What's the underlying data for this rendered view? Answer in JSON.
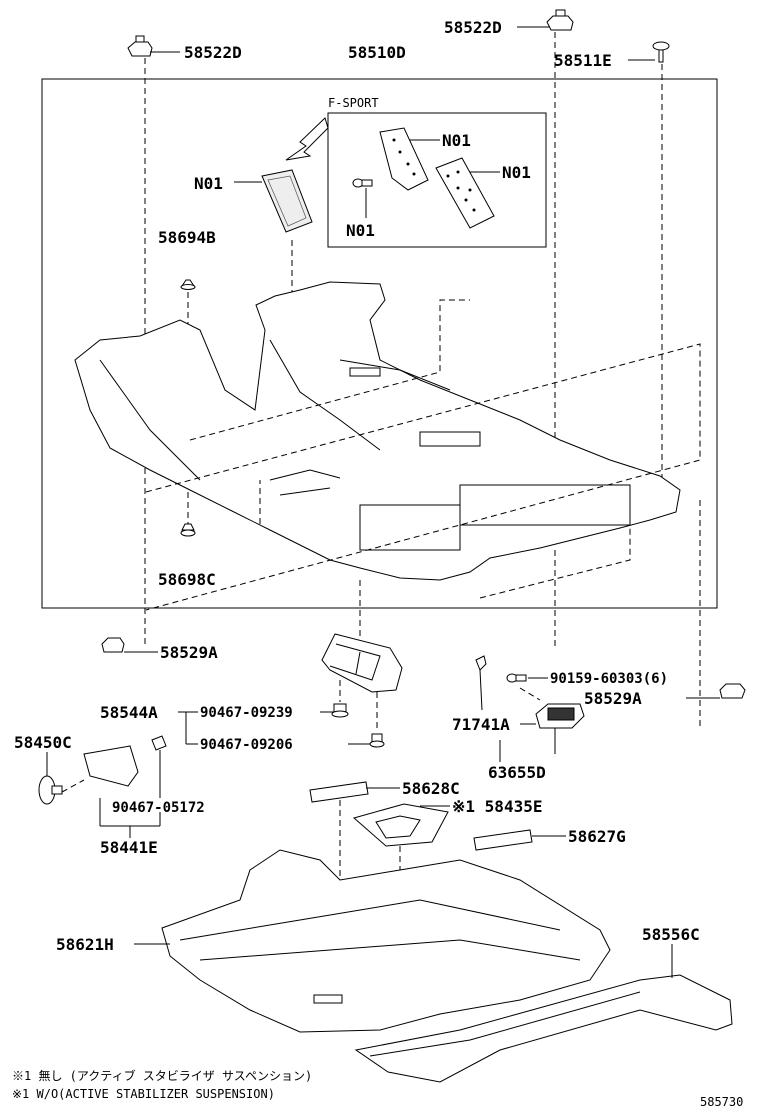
{
  "frame_label": "58510D",
  "fsport_label": "F-SPORT",
  "labels": {
    "p58522D_left": "58522D",
    "p58522D_right": "58522D",
    "p58510D": "58510D",
    "p58511E": "58511E",
    "n01_pad": "N01",
    "n01_top": "N01",
    "n01_right": "N01",
    "n01_bolt": "N01",
    "p58694B": "58694B",
    "p58698C": "58698C",
    "p58529A_left": "58529A",
    "p58529A_right": "58529A",
    "p58544A": "58544A",
    "p90467_09239": "90467-09239",
    "p90467_09206": "90467-09206",
    "p90159_60303": "90159-60303(6)",
    "p71741A": "71741A",
    "p63655D": "63655D",
    "p58450C": "58450C",
    "p90467_05172": "90467-05172",
    "p58441E": "58441E",
    "p58628C": "58628C",
    "p58435E": "※1 58435E",
    "p58627G": "58627G",
    "p58621H": "58621H",
    "p58556C": "58556C"
  },
  "notes": {
    "note_jp": "※1 無し (アクティブ スタビライザ サスペンション)",
    "note_en": "※1 W/O(ACTIVE STABILIZER SUSPENSION)"
  },
  "diagram_id": "585730"
}
